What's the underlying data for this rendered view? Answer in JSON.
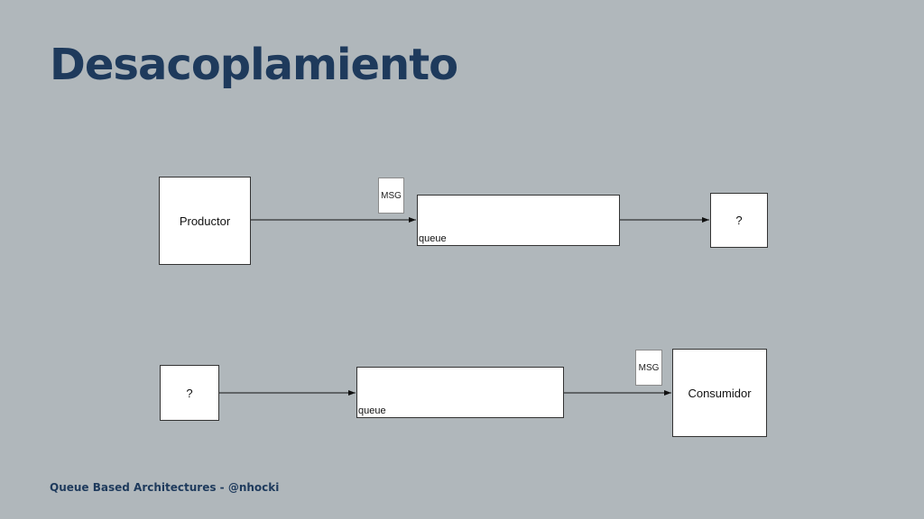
{
  "slide": {
    "title": "Desacoplamiento",
    "footer": "Queue Based Architectures - @nhocki"
  },
  "diagram_top": {
    "producer_label": "Productor",
    "message_label": "MSG",
    "queue_label": "queue",
    "consumer_label": "?"
  },
  "diagram_bottom": {
    "producer_label": "?",
    "message_label": "MSG",
    "queue_label": "queue",
    "consumer_label": "Consumidor"
  }
}
